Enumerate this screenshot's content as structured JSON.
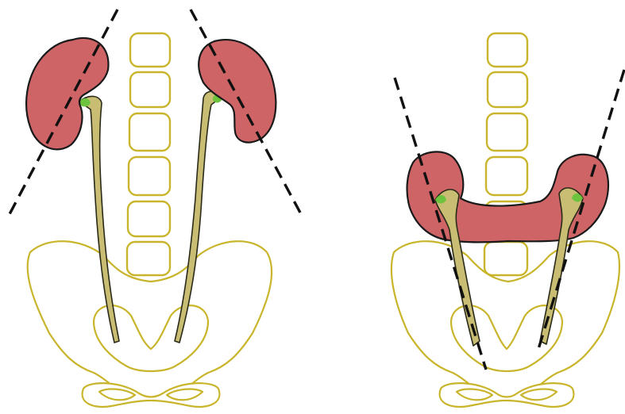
{
  "figure": {
    "panels": [
      {
        "id": "normal-kidneys",
        "kidney_color": "#cf6467",
        "ureter_color": "#c8bd72",
        "bone_outline_color": "#c9b52c",
        "axis_style": "dashed"
      },
      {
        "id": "horseshoe-kidney",
        "kidney_color": "#cf6467",
        "ureter_color": "#c8bd72",
        "bone_outline_color": "#c9b52c",
        "axis_style": "dashed"
      }
    ]
  }
}
